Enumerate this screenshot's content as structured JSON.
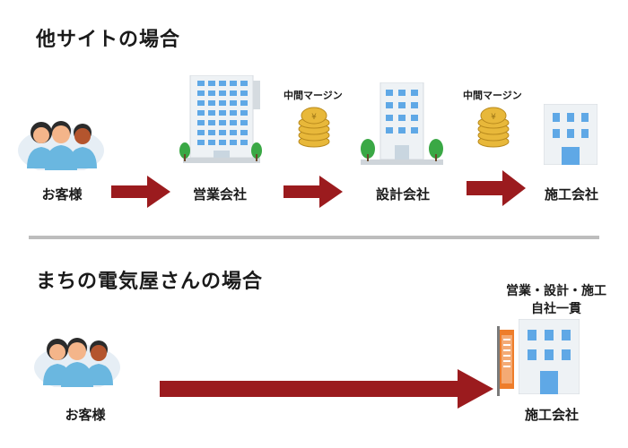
{
  "section1": {
    "title": "他サイトの場合",
    "customer_label": "お客様",
    "sales_label": "営業会社",
    "design_label": "設計会社",
    "construction_label": "施工会社",
    "margin_label_1": "中間マージン",
    "margin_label_2": "中間マージン"
  },
  "section2": {
    "title": "まちの電気屋さんの場合",
    "customer_label": "お客様",
    "construction_label": "施工会社",
    "note_line1": "営業・設計・施工",
    "note_line2": "自社一貫"
  },
  "colors": {
    "arrow": "#9b1b1e",
    "people_blue": "#6ab7e0",
    "building_light": "#eef2f5",
    "window_blue": "#5fa8e6",
    "tree_green": "#3aa845",
    "coin_gold": "#e8b83a",
    "divider": "#bdbdbd"
  },
  "icons": [
    "people-group-icon",
    "office-tower-icon",
    "coin-stack-icon",
    "office-building-icon",
    "small-building-icon",
    "shop-banner-icon"
  ]
}
